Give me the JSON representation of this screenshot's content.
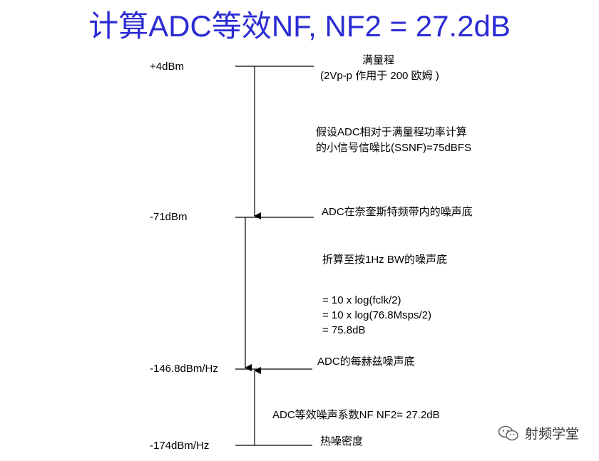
{
  "title": "计算ADC等效NF, NF2 = 27.2dB",
  "levels": {
    "full_scale": "+4dBm",
    "adc_nyquist": "-71dBm",
    "adc_per_hz": "-146.8dBm/Hz",
    "thermal": "-174dBm/Hz"
  },
  "labels": {
    "full_scale": "满量程",
    "full_scale_note": "(2Vp-p 作用于 200 欧姆 )",
    "ssnf_line1": "假设ADC相对于满量程功率计算",
    "ssnf_line2": "的小信号信噪比(SSNF)=75dBFS",
    "adc_nyquist": "ADC在奈奎斯特频带内的噪声底",
    "fold_title": "折算至按1Hz BW的噪声底",
    "eq1": "= 10 x log(fclk/2)",
    "eq2": "= 10 x log(76.8Msps/2)",
    "eq3": "= 75.8dB",
    "adc_per_hz": "ADC的每赫兹噪声底",
    "nf_equiv": "ADC等效噪声系数NF  NF2= 27.2dB",
    "thermal": "热噪密度"
  },
  "watermark": {
    "text": "射频学堂",
    "icon": "wechat-icon"
  }
}
